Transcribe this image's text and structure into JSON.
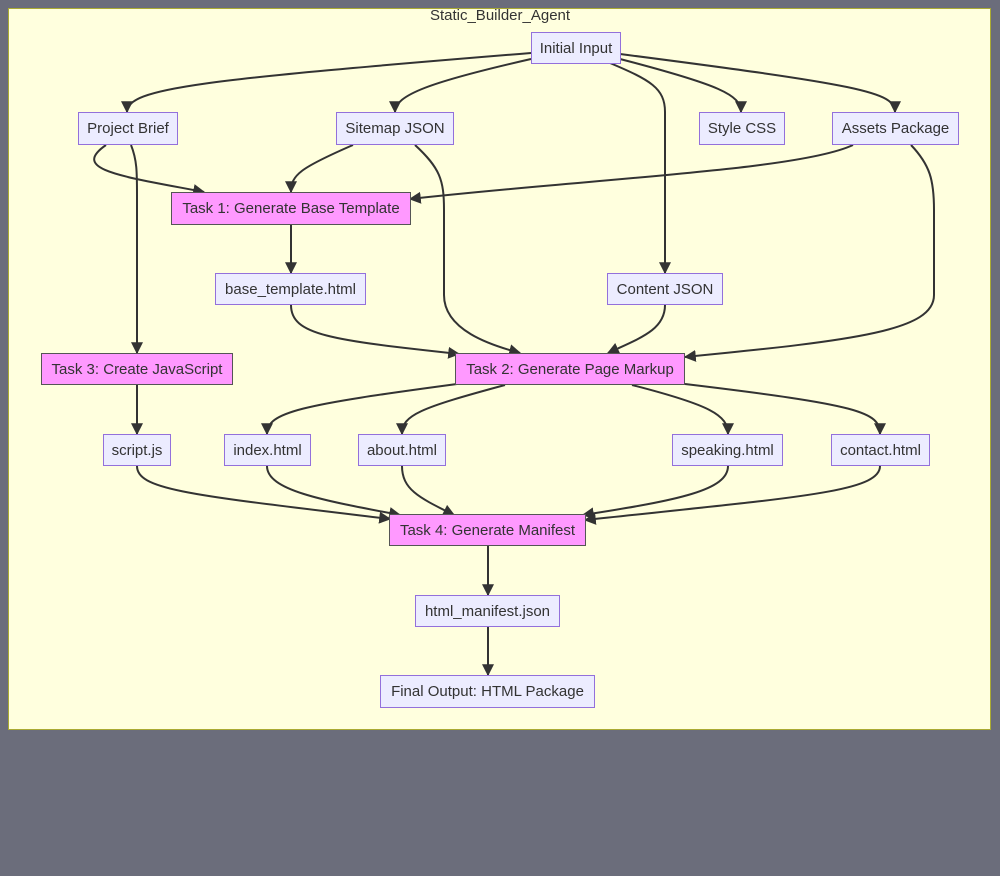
{
  "diagram": {
    "title": "Static_Builder_Agent",
    "colors": {
      "artifact_fill": "#ececff",
      "task_fill": "#ff99ff",
      "edge": "#333333"
    },
    "nodes": [
      {
        "id": "initial_input",
        "label": "Initial Input",
        "kind": "artifact"
      },
      {
        "id": "project_brief",
        "label": "Project Brief",
        "kind": "artifact"
      },
      {
        "id": "sitemap_json",
        "label": "Sitemap JSON",
        "kind": "artifact"
      },
      {
        "id": "style_css",
        "label": "Style CSS",
        "kind": "artifact"
      },
      {
        "id": "assets_package",
        "label": "Assets Package",
        "kind": "artifact"
      },
      {
        "id": "task1",
        "label": "Task 1: Generate Base Template",
        "kind": "task"
      },
      {
        "id": "base_template",
        "label": "base_template.html",
        "kind": "artifact"
      },
      {
        "id": "content_json",
        "label": "Content JSON",
        "kind": "artifact"
      },
      {
        "id": "task3",
        "label": "Task 3: Create JavaScript",
        "kind": "task"
      },
      {
        "id": "task2",
        "label": "Task 2: Generate Page Markup",
        "kind": "task"
      },
      {
        "id": "script_js",
        "label": "script.js",
        "kind": "artifact"
      },
      {
        "id": "index_html",
        "label": "index.html",
        "kind": "artifact"
      },
      {
        "id": "about_html",
        "label": "about.html",
        "kind": "artifact"
      },
      {
        "id": "speaking_html",
        "label": "speaking.html",
        "kind": "artifact"
      },
      {
        "id": "contact_html",
        "label": "contact.html",
        "kind": "artifact"
      },
      {
        "id": "task4",
        "label": "Task 4: Generate Manifest",
        "kind": "task"
      },
      {
        "id": "html_manifest",
        "label": "html_manifest.json",
        "kind": "artifact"
      },
      {
        "id": "final_output",
        "label": "Final Output: HTML Package",
        "kind": "artifact"
      }
    ],
    "edges": [
      {
        "from": "initial_input",
        "to": "project_brief"
      },
      {
        "from": "initial_input",
        "to": "sitemap_json"
      },
      {
        "from": "initial_input",
        "to": "style_css"
      },
      {
        "from": "initial_input",
        "to": "assets_package"
      },
      {
        "from": "initial_input",
        "to": "content_json"
      },
      {
        "from": "project_brief",
        "to": "task1"
      },
      {
        "from": "sitemap_json",
        "to": "task1"
      },
      {
        "from": "assets_package",
        "to": "task1"
      },
      {
        "from": "project_brief",
        "to": "task3"
      },
      {
        "from": "task1",
        "to": "base_template"
      },
      {
        "from": "base_template",
        "to": "task2"
      },
      {
        "from": "sitemap_json",
        "to": "task2"
      },
      {
        "from": "content_json",
        "to": "task2"
      },
      {
        "from": "assets_package",
        "to": "task2"
      },
      {
        "from": "task3",
        "to": "script_js"
      },
      {
        "from": "task2",
        "to": "index_html"
      },
      {
        "from": "task2",
        "to": "about_html"
      },
      {
        "from": "task2",
        "to": "speaking_html"
      },
      {
        "from": "task2",
        "to": "contact_html"
      },
      {
        "from": "script_js",
        "to": "task4"
      },
      {
        "from": "index_html",
        "to": "task4"
      },
      {
        "from": "about_html",
        "to": "task4"
      },
      {
        "from": "speaking_html",
        "to": "task4"
      },
      {
        "from": "contact_html",
        "to": "task4"
      },
      {
        "from": "task4",
        "to": "html_manifest"
      },
      {
        "from": "html_manifest",
        "to": "final_output"
      }
    ]
  }
}
